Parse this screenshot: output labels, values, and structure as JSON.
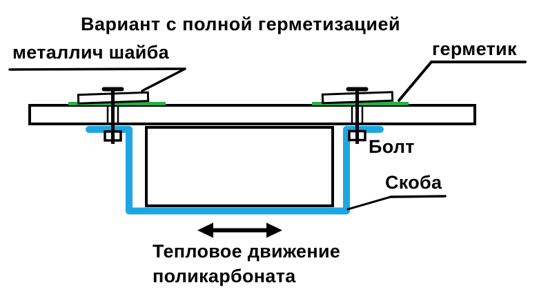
{
  "title": "Вариант с полной герметизацией",
  "labels": {
    "metal_washer": "металлич шайба",
    "sealant": "герметик",
    "bolt": "Болт",
    "bracket": "Скоба",
    "thermal_caption_line1": "Тепловое движение",
    "thermal_caption_line2": "поликарбоната"
  },
  "colors": {
    "sealant_green": "#22b14c",
    "bracket_blue": "#1ea6e2",
    "ink": "#000000"
  }
}
